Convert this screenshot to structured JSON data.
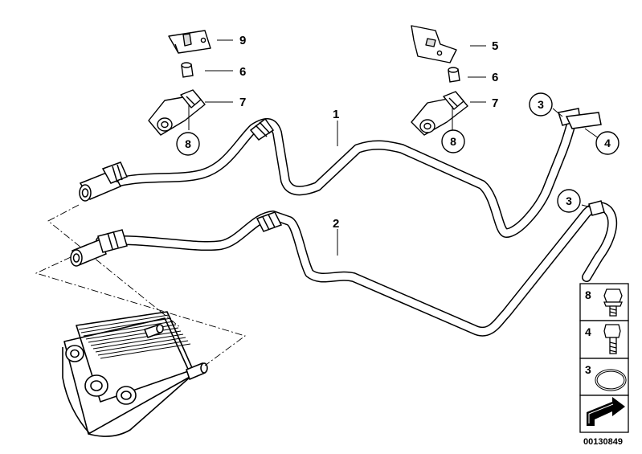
{
  "diagram": {
    "pipe_labels": {
      "pipe_1": "1",
      "pipe_2": "2"
    },
    "callouts": {
      "bracket_9": "9",
      "nut_6_left": "6",
      "clamp_7_left": "7",
      "screw_8_left": "8",
      "bracket_5": "5",
      "nut_6_right": "6",
      "clamp_7_right": "7",
      "screw_8_right": "8",
      "ring_3_top": "3",
      "bolt_4": "4",
      "ring_3_lower": "3"
    },
    "legend": {
      "item_8": "8",
      "item_4": "4",
      "item_3": "3"
    },
    "image_code": "00130849"
  }
}
